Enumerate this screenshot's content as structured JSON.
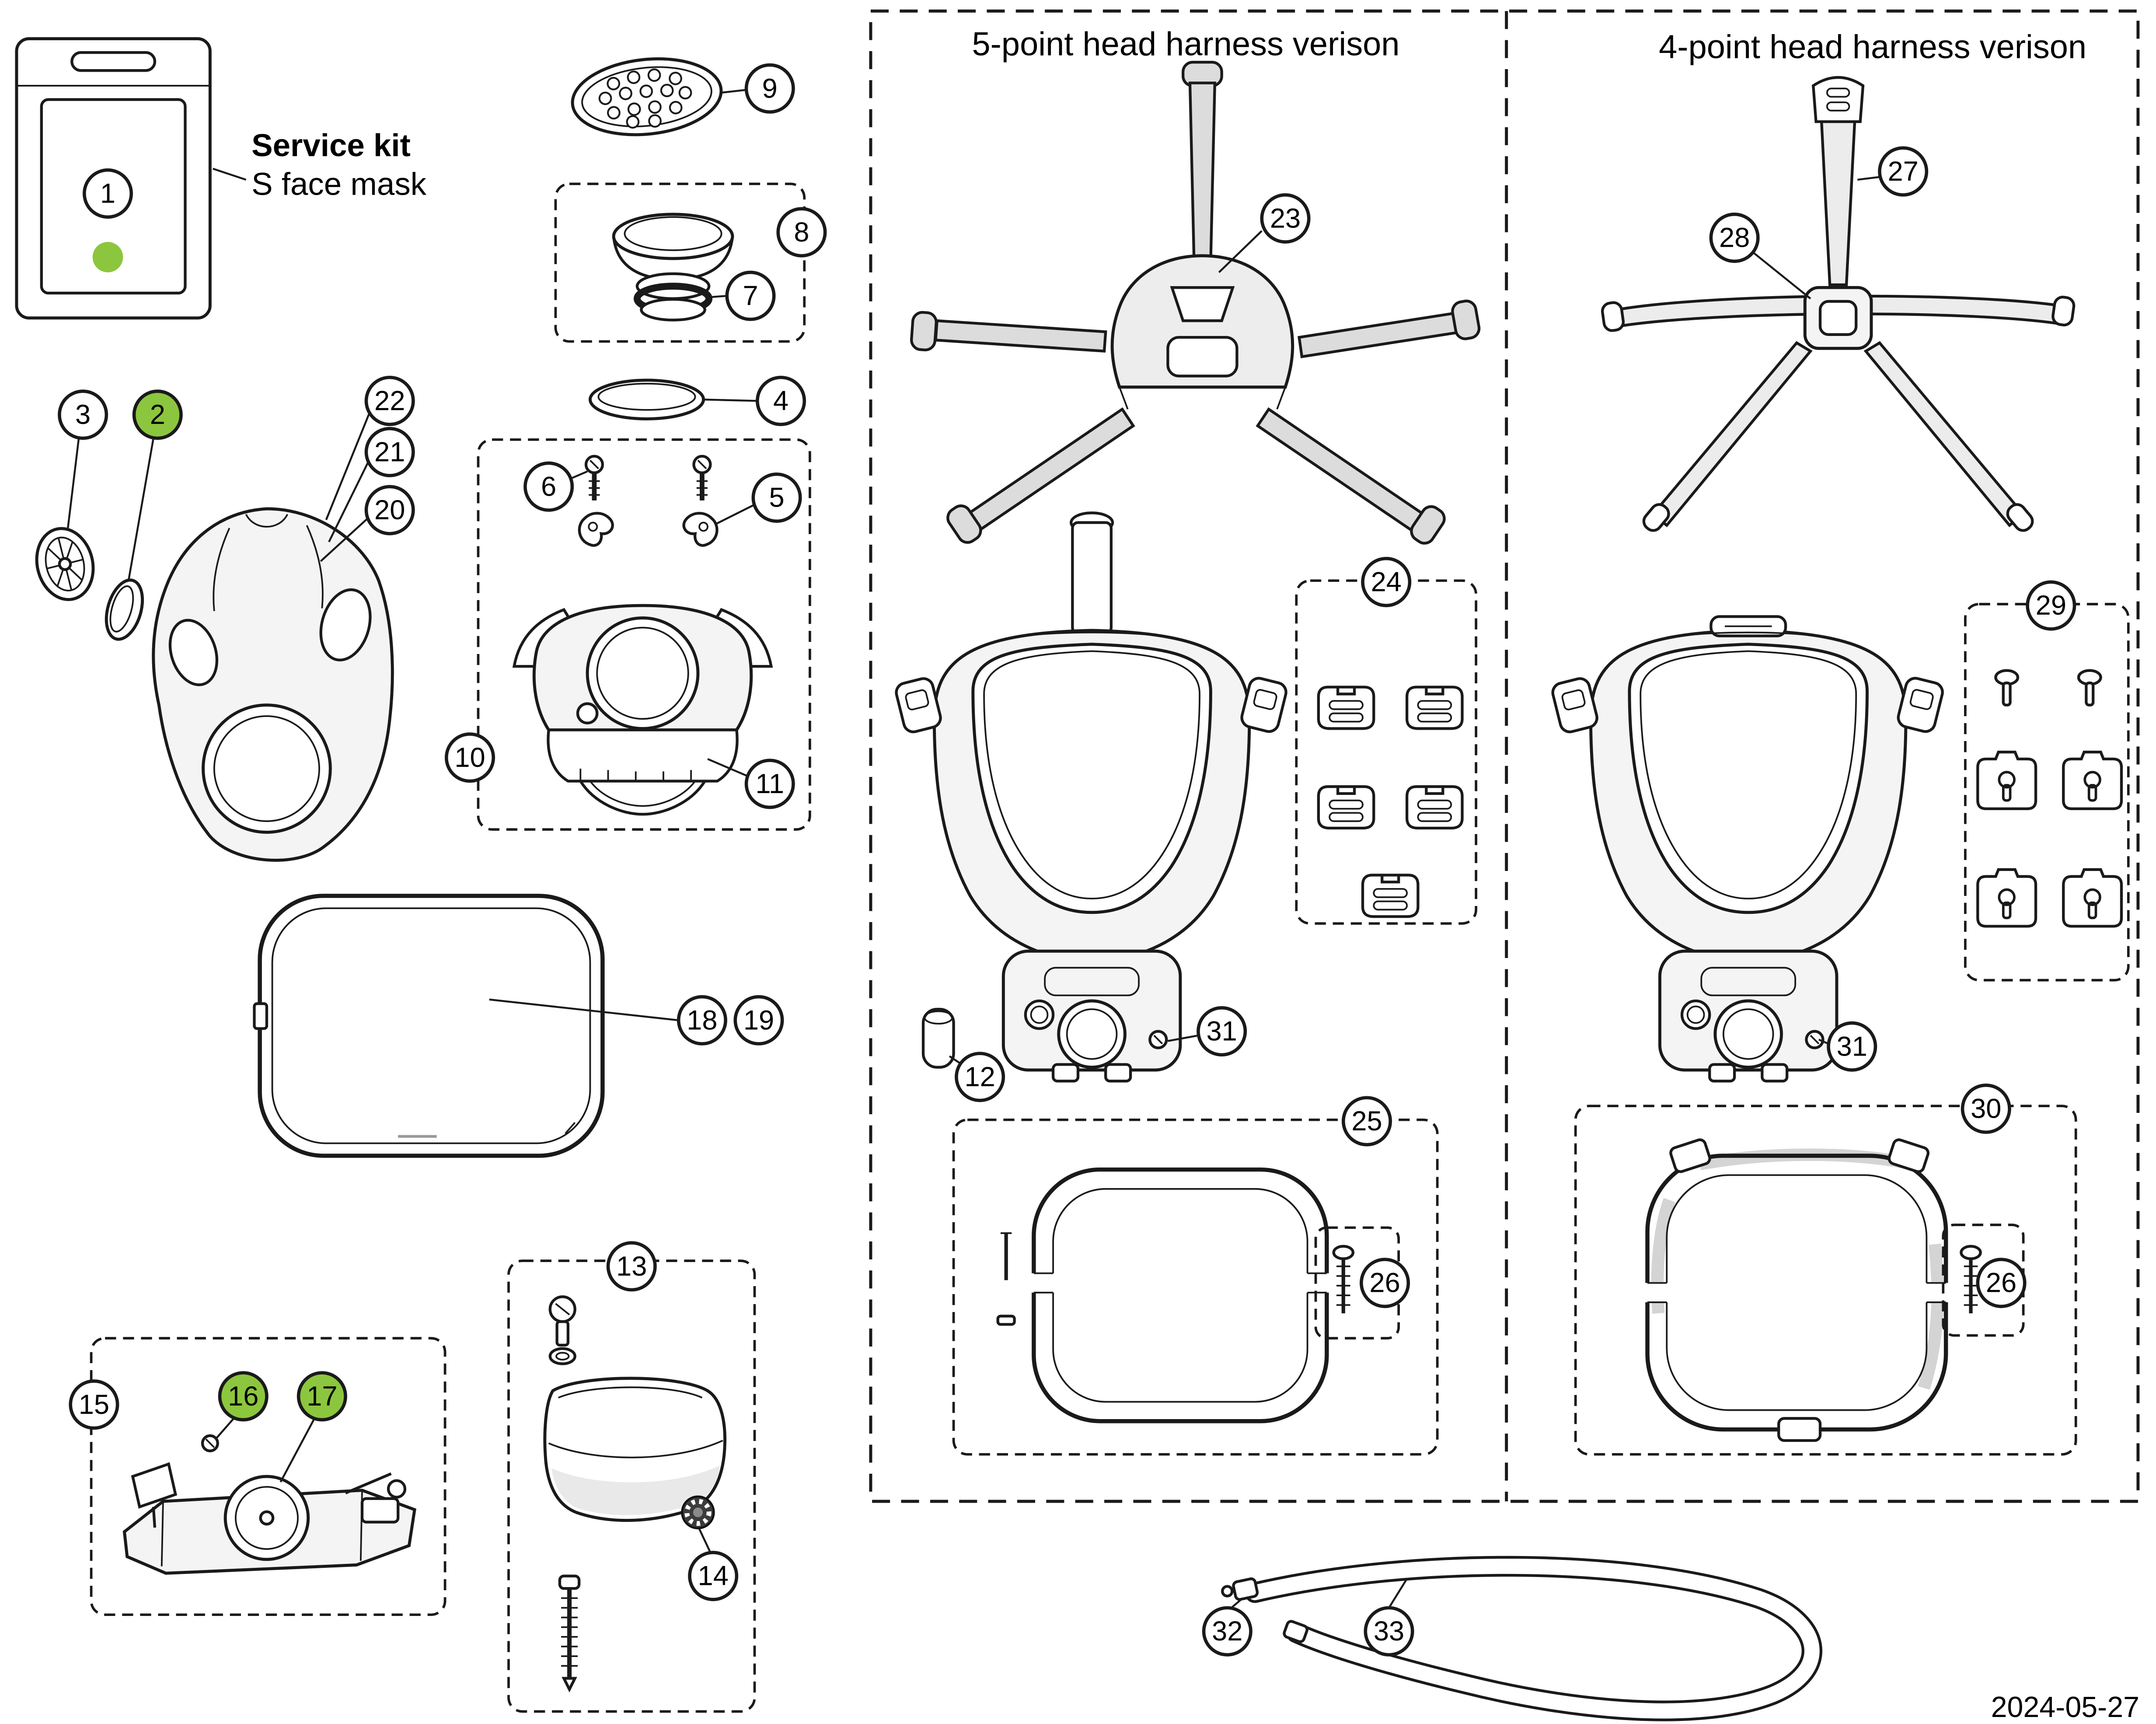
{
  "page": {
    "date": "2024-05-27"
  },
  "sections": {
    "five_point_title": "5-point head harness verison",
    "four_point_title": "4-point head harness verison"
  },
  "service_kit": {
    "title": "Service kit",
    "subtitle": "S face mask"
  },
  "colors": {
    "highlight_green": "#8cc63e",
    "line": "#1a1a1a"
  },
  "callouts": {
    "c1": "1",
    "c2": "2",
    "c3": "3",
    "c4": "4",
    "c5": "5",
    "c6": "6",
    "c7": "7",
    "c8": "8",
    "c9": "9",
    "c10": "10",
    "c11": "11",
    "c12": "12",
    "c13": "13",
    "c14": "14",
    "c15": "15",
    "c16": "16",
    "c17": "17",
    "c18": "18",
    "c19": "19",
    "c20": "20",
    "c21": "21",
    "c22": "22",
    "c23": "23",
    "c24": "24",
    "c25": "25",
    "c26": "26",
    "c27": "27",
    "c28": "28",
    "c29": "29",
    "c30": "30",
    "c31": "31",
    "c32": "32",
    "c33": "33"
  },
  "highlighted_callouts": [
    "2",
    "16",
    "17"
  ]
}
